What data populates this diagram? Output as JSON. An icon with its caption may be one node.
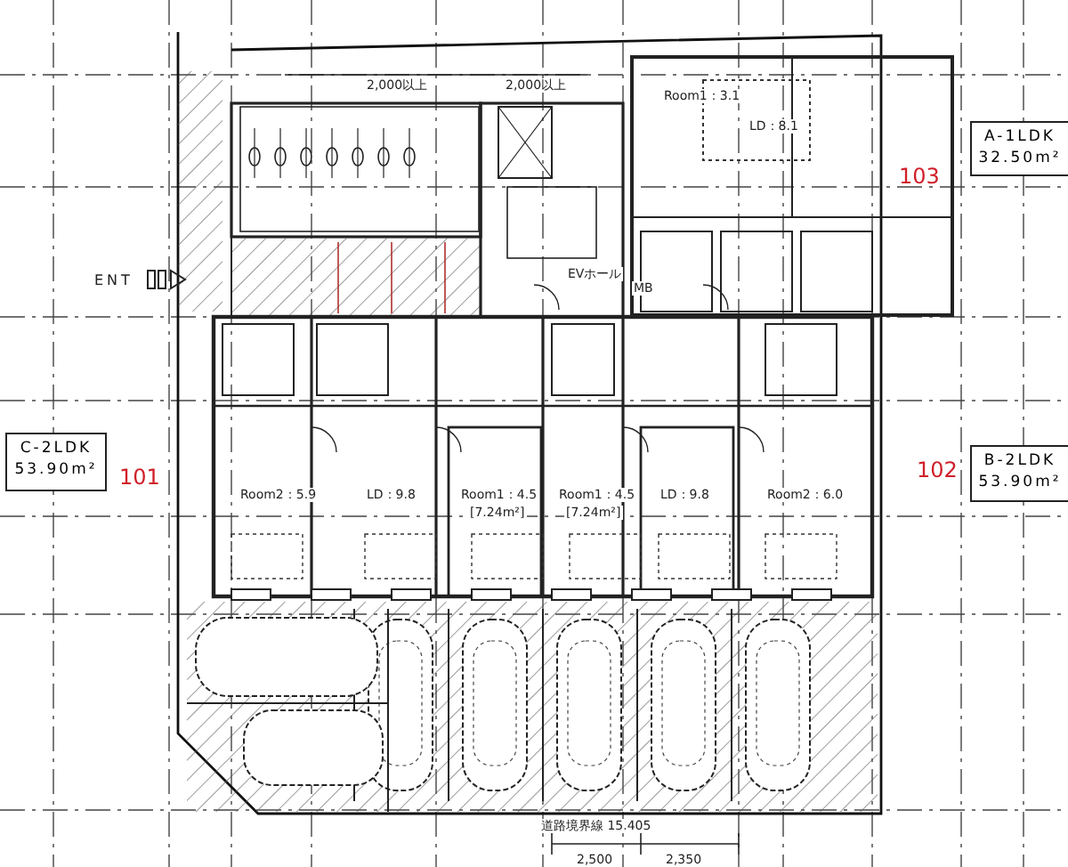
{
  "diagram": {
    "nodes": [
      {
        "text": [
          "A-1LDK",
          "32.50m²"
        ]
      },
      {
        "text": [
          "C-2LDK",
          "53.90m²"
        ]
      },
      {
        "text": [
          "B-2LDK",
          "53.90m²"
        ]
      }
    ],
    "labels": [
      "2,000以上",
      "2,000以上",
      "Room1：3.1",
      "LD：8.1",
      "103",
      "ENT",
      "EVホール",
      "MB",
      "Room2：5.9",
      "LD：9.8",
      "Room1：4.5",
      "[7.24m²]",
      "Room1：4.5",
      "[7.24m²]",
      "LD：9.8",
      "Room2：6.0",
      "101",
      "102",
      "道路境界線 15.405",
      "2,500",
      "2,350"
    ]
  }
}
